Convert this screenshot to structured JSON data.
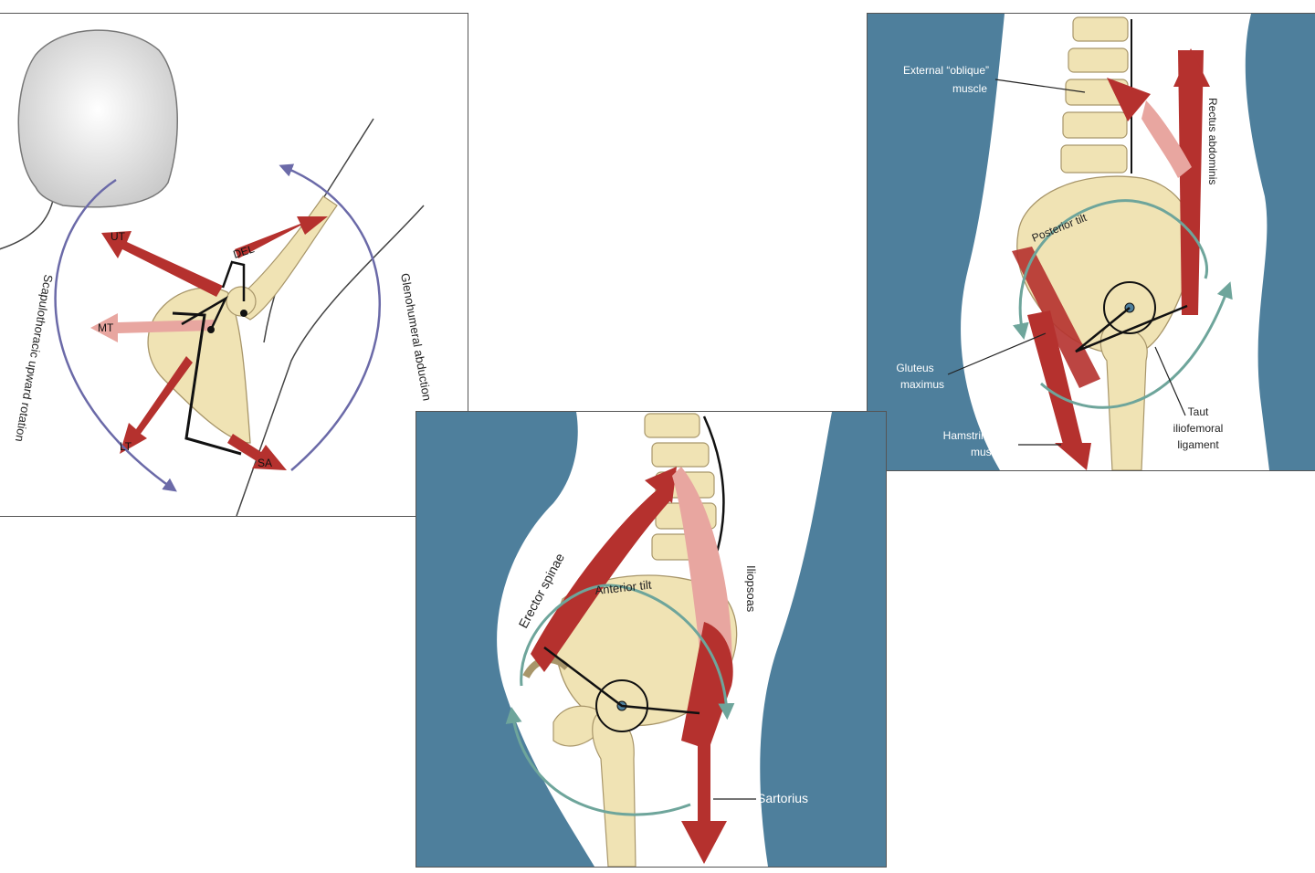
{
  "shoulder_panel": {
    "labels": {
      "ut": "UT",
      "del": "DEL",
      "mt": "MT",
      "lt": "LT",
      "sa": "SA",
      "scapulothoracic": "Scapulothoracic upward rotation",
      "glenohumeral": "Glenohumeral abduction"
    }
  },
  "posterior_panel": {
    "labels": {
      "external_oblique_line1": "External “oblique”",
      "external_oblique_line2": "muscle",
      "rectus": "Rectus abdominis",
      "posterior_tilt": "Posterior tilt",
      "gluteus_line1": "Gluteus",
      "gluteus_line2": "maximus",
      "hamstring_line1": "Hamstring",
      "hamstring_line2": "muscle",
      "taut_line1": "Taut",
      "taut_line2": "iliofemoral",
      "taut_line3": "ligament"
    }
  },
  "anterior_panel": {
    "labels": {
      "erector": "Erector spinae",
      "anterior_tilt": "Anterior tilt",
      "iliopsoas": "Iliopsoas",
      "sartorius": "Sartorius"
    }
  },
  "colors": {
    "bone": "#f0e3b4",
    "bone_stroke": "#a8966a",
    "muscle": "#b5312e",
    "muscle_light": "#e8a6a0",
    "body_blue": "#4e7f9c",
    "rotation_arrow": "#6b6aa8",
    "tilt_arrow": "#6ea59b"
  }
}
